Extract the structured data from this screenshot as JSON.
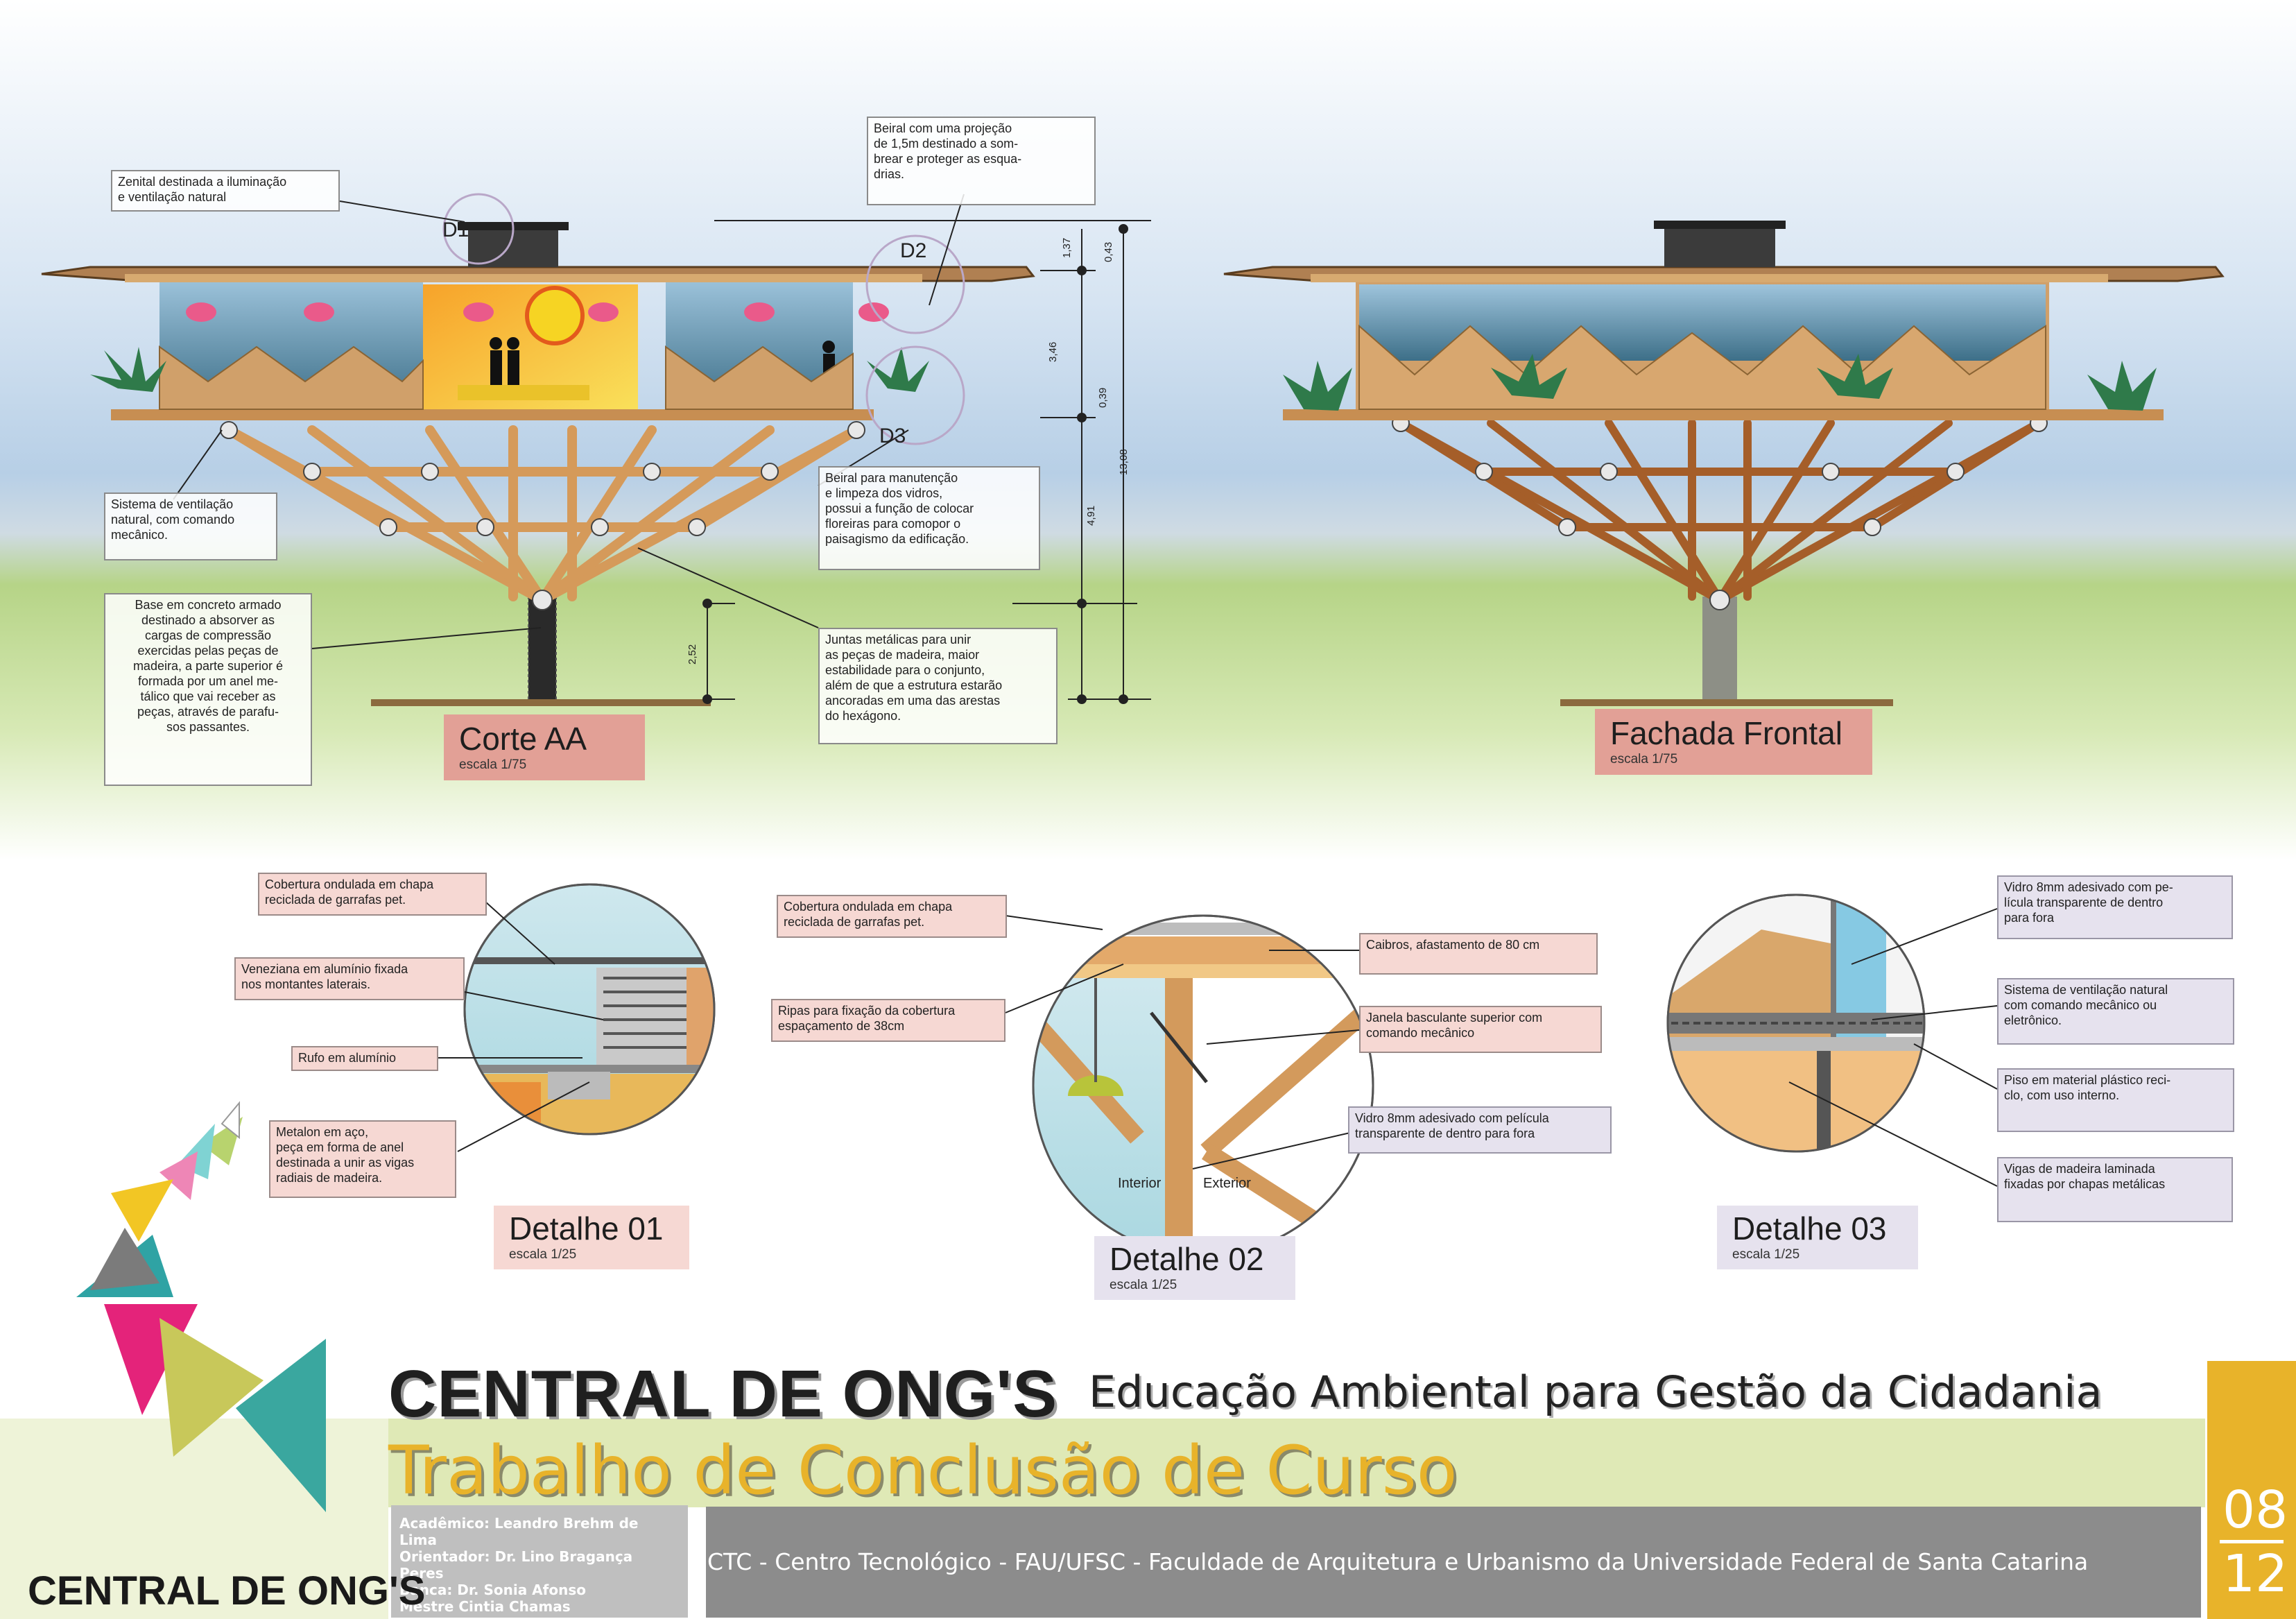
{
  "header": {
    "main_title": "CENTRAL DE ONG'S",
    "subtitle": "Educação Ambiental para Gestão da Cidadania",
    "course_title": "Trabalho de Conclusão de Curso",
    "logo_text": "CENTRAL DE ONG'S"
  },
  "credits": {
    "lines": "Acadêmico: Leandro Brehm de Lima\nOrientador: Dr. Lino Bragança Peres\nBanca: Dr. Sonia Afonso\nMestre Cintia Chamas"
  },
  "institution": "CTC - Centro Tecnológico - FAU/UFSC - Faculdade de Arquitetura e Urbanismo da Universidade Federal de Santa Catarina",
  "page": {
    "current": "08",
    "total": "12"
  },
  "drawings": {
    "corte": {
      "title": "Corte AA",
      "scale": "escala 1/75"
    },
    "fachada": {
      "title": "Fachada Frontal",
      "scale": "escala 1/75"
    },
    "detalhe01": {
      "title": "Detalhe 01",
      "scale": "escala 1/25"
    },
    "detalhe02": {
      "title": "Detalhe 02",
      "scale": "escala 1/25"
    },
    "detalhe03": {
      "title": "Detalhe 03",
      "scale": "escala 1/25"
    }
  },
  "detail_markers": {
    "d1": "D1",
    "d2": "D2",
    "d3": "D3"
  },
  "dimensions": {
    "d137": "1,37",
    "d043": "0,43",
    "d346": "3,46",
    "d039": "0,39",
    "d1308": "13,08",
    "d491": "4,91",
    "d252": "2,52"
  },
  "annotations": {
    "zenital": "Zenital destinada a iluminação\ne ventilação natural",
    "beiral_proj": "Beiral com uma projeção\nde 1,5m destinado a som-\nbrear e proteger as esqua-\ndrias.",
    "ventilacao": "Sistema de ventilação\nnatural, com comando\nmecânico.",
    "beiral_manut": "Beiral para manutenção\ne limpeza dos vidros,\npossui a função de colocar\nfloreiras para comopor o\npaisagismo da edificação.",
    "base": "Base em concreto armado\ndestinado a absorver as\ncargas de compressão\nexercidas pelas peças de\nmadeira, a parte superior é\nformada por um anel me-\ntálico que vai receber as\npeças, através de parafu-\nsos passantes.",
    "juntas": "Juntas metálicas para unir\nas peças de madeira, maior\nestabilidade para o conjunto,\nalém de que a estrutura estarão\nancoradas em uma das arestas\ndo hexágono."
  },
  "detail1_notes": {
    "cobertura": "Cobertura ondulada em chapa\nreciclada de garrafas pet.",
    "veneziana": "Veneziana em alumínio fixada\nnos montantes laterais.",
    "rufo": "Rufo em alumínio",
    "metalon": "Metalon em aço,\npeça em forma de anel\ndestinada a unir as vigas\nradiais de madeira."
  },
  "detail2_notes": {
    "cobertura": "Cobertura ondulada em chapa\nreciclada de garrafas pet.",
    "ripas": "Ripas para fixação da cobertura\nespaçamento de 38cm",
    "caibros": "Caibros, afastamento de 80 cm",
    "janela": "Janela basculante superior com\ncomando mecânico",
    "vidro": "Vidro 8mm adesivado com película\ntransparente de dentro para fora",
    "interior": "Interior",
    "exterior": "Exterior"
  },
  "detail3_notes": {
    "vidro": "Vidro 8mm adesivado com pe-\nlícula transparente de dentro\npara fora",
    "ventilacao": "Sistema de ventilação natural\ncom comando mecânico ou\neletrônico.",
    "piso": "Piso em material plástico reci-\nclo, com uso interno.",
    "vigas": "Vigas de madeira laminada\nfixadas por chapas metálicas"
  },
  "colors": {
    "sky": "#c9dcef",
    "grass": "#a9cf6c",
    "wood": "#d9a36b",
    "title_pink": "#e2a096",
    "title_lilac": "#e6e2ee",
    "accent_yellow": "#e8b32a",
    "band_green": "#dfe9b6",
    "band_grey": "#8c8c8c"
  }
}
